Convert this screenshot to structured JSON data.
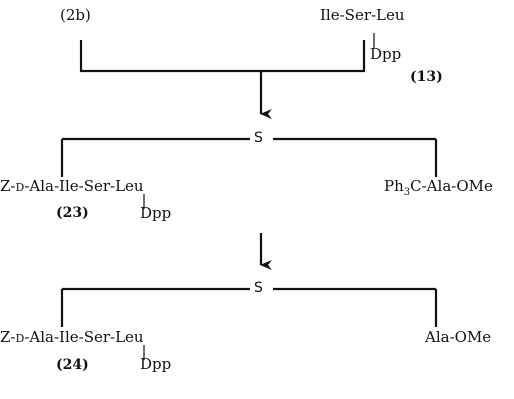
{
  "step1": {
    "left_label": "(2b)",
    "right_label": "Ile-Ser-Leu",
    "right_sub": "Dpp",
    "compound_no": "(13)"
  },
  "step2": {
    "bridge": "S",
    "left_prefix": "Z-",
    "left_config": "d",
    "left_suffix": "-Ala-Ile-Ser-Leu",
    "left_sub": "Dpp",
    "compound_no": "(23)",
    "right_prefix": "Ph",
    "right_subscript": "3",
    "right_suffix": "C-Ala-OMe"
  },
  "step3": {
    "bridge": "S",
    "left_prefix": "Z-",
    "left_config": "d",
    "left_suffix": "-Ala-Ile-Ser-Leu",
    "left_sub": "Dpp",
    "compound_no": "(24)",
    "right_label": "Ala-OMe"
  }
}
